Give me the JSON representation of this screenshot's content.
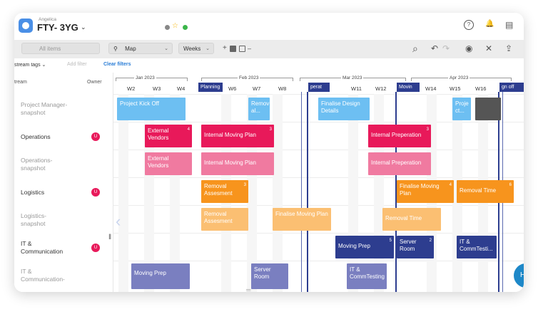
{
  "header": {
    "org_name": "Angelica",
    "project_name": "FTY- 3YG",
    "chevron": "⌄",
    "star": "☆",
    "help": "?",
    "bell": "🔔",
    "chat": "▤"
  },
  "toolbar": {
    "items_select": "All items",
    "view_select": "Map",
    "view_icon": "⚲",
    "zoom_select": "Weeks",
    "add": "+",
    "dash": "–",
    "search": "⌕",
    "undo": "↶",
    "redo": "↷",
    "eye": "◉",
    "tools": "✕",
    "share": "⇪"
  },
  "filters": {
    "stream_tags": "stream tags ⌄",
    "add_filter": "Add filter",
    "clear_filters": "Clear filters"
  },
  "columns": {
    "stream": "tream",
    "owner": "Owner"
  },
  "months": [
    "Jan 2023",
    "Feb 2023",
    "Mar 2023",
    "Apr 2023"
  ],
  "weeks": [
    "W2",
    "W3",
    "W4",
    "W6",
    "W7",
    "W8",
    "W11",
    "W12",
    "W14",
    "W15",
    "W16"
  ],
  "milestones": [
    "Planning",
    "perat",
    "Movin",
    "gn off"
  ],
  "rows": [
    {
      "label_1": "Project Manager-",
      "label_2": "snapshot"
    },
    {
      "label_1": "Operations",
      "owner": "U"
    },
    {
      "label_1": "Operations-",
      "label_2": "snapshot"
    },
    {
      "label_1": "Logistics",
      "owner": "U"
    },
    {
      "label_1": "Logistics-",
      "label_2": "snapshot"
    },
    {
      "label_1": "IT &",
      "label_2": "Communication",
      "owner": "U"
    },
    {
      "label_1": "IT &",
      "label_2": "Communication-"
    }
  ],
  "tasks": {
    "kickoff": "Project Kick Off",
    "removal_snap": "Remov al...",
    "finalise_design": "Finalise Design Details",
    "project_snap": "Proje ct...",
    "ext_vendors": "External Vendors",
    "ext_vendors_num": "4",
    "int_moving": "Internal Moving Plan",
    "int_moving_num": "3",
    "int_prep": "Internal Preperation",
    "int_prep_num": "3",
    "ext_vendors_snap": "External Vendors",
    "int_moving_snap": "Internal Moving Plan",
    "int_prep_snap": "Internal Preperation",
    "removal_assess": "Removal Assesment",
    "removal_assess_num": "3",
    "finalise_moving": "Finalise Moving Plan",
    "finalise_moving_num": "4",
    "removal_time": "Removal Time",
    "removal_time_num": "6",
    "removal_assess_snap": "Removal Assesment",
    "finalise_moving_snap": "Finalise Moving Plan",
    "removal_time_snap": "Removal Time",
    "moving_prep": "Moving Prep",
    "moving_prep_num": "5",
    "server_room": "Server Room",
    "server_room_num": "2",
    "it_comm": "IT & CommTesti...",
    "moving_prep_snap": "Moving Prep",
    "server_room_snap": "Server Room",
    "it_comm_snap": "IT & CommTesting"
  },
  "nav": {
    "prev": "‹",
    "drag": "‖",
    "bottom": "═"
  },
  "help_bubble": "H",
  "colors": {
    "light_blue": "#6dbff2",
    "red": "#e8195a",
    "pink": "#f07aa0",
    "orange": "#f7941d",
    "light_orange": "#fbbf72",
    "navy": "#2d3d8f",
    "slate": "#7a7fc0"
  }
}
